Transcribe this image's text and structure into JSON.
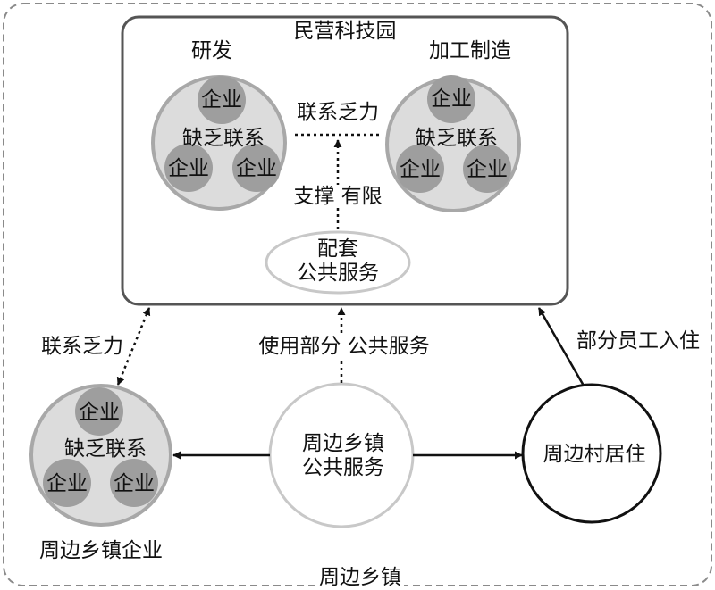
{
  "region": {
    "label": "周边乡镇"
  },
  "park": {
    "title": "民营科技园",
    "rd": {
      "title": "研发",
      "enterprise": "企业",
      "center": "缺乏联系"
    },
    "mfg": {
      "title": "加工制造",
      "enterprise": "企业",
      "center": "缺乏联系"
    },
    "link_label": "联系乏力",
    "support_label": "支撑 有限",
    "service_line1": "配套",
    "service_line2": "公共服务"
  },
  "town_services": {
    "line1": "周边乡镇",
    "line2": "公共服务"
  },
  "village": {
    "label": "周边村居住"
  },
  "town_enterprises": {
    "label": "周边乡镇企业",
    "enterprise": "企业",
    "center": "缺乏联系"
  },
  "edges": {
    "left_link": "联系乏力",
    "center_use": "使用部分 公共服务",
    "right_resident": "部分员工入住"
  },
  "colors": {
    "cluster_fill": "#dcdcdc",
    "cluster_stroke": "#a8a8a8",
    "enterprise_fill": "#9e9e9e",
    "border": "#555555",
    "dashed": "#8a8a8a"
  }
}
